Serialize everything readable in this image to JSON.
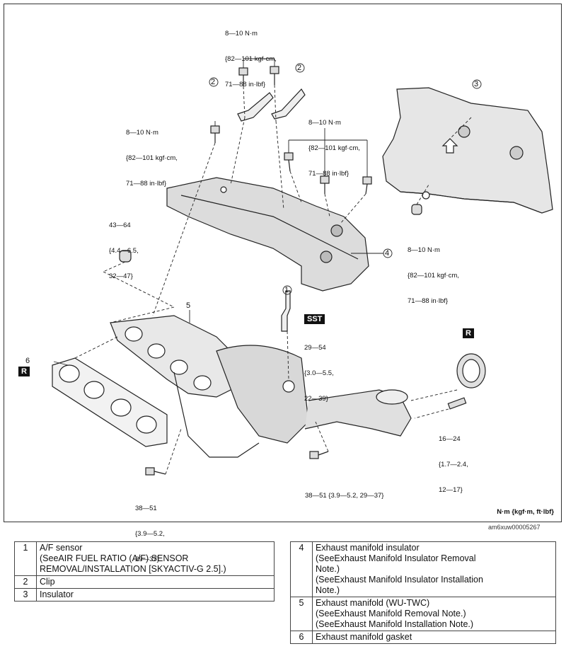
{
  "diagram": {
    "callouts": {
      "top_bolts": [
        "8—10 N·m",
        "{82—101 kgf·cm,",
        "71—88 in·lbf}"
      ],
      "left_bolt": [
        "8—10 N·m",
        "{82—101 kgf·cm,",
        "71—88 in·lbf}"
      ],
      "insulator_bolts": [
        "8—10 N·m",
        "{82—101 kgf·cm,",
        "71—88 in·lbf}"
      ],
      "right_insulator_bolt": [
        "8—10 N·m",
        "{82—101 kgf·cm,",
        "71—88 in·lbf}"
      ],
      "nut": [
        "43—64",
        "{4.4—6.5,",
        "32—47}"
      ],
      "sensor": [
        "29—54",
        "{3.0—5.5,",
        "22—39}"
      ],
      "stud": [
        "16—24",
        "{1.7—2.4,",
        "12—17}"
      ],
      "bottom_left_bolt": [
        "38—51",
        "{3.9—5.2,",
        "29—37}"
      ],
      "bottom_center_bolt": [
        "38—51 {3.9—5.2, 29—37}"
      ]
    },
    "badges": {
      "sst": "SST",
      "replace_right": "R",
      "replace_left": "R"
    },
    "part_numbers": {
      "p1": "1",
      "p2a": "2",
      "p2b": "2",
      "p3": "3",
      "p4": "4",
      "p5": "5",
      "p6": "6"
    },
    "units": "N·m {kgf·m, ft·lbf}",
    "image_code": "am6xuw00005267"
  },
  "legend_left": [
    {
      "no": "1",
      "name": "A/F sensor",
      "see": [
        {
          "a": "(See",
          "b": "AIR FUEL RATIO (A/F) SENSOR"
        }
      ],
      "cont": "REMOVAL/INSTALLATION [SKYACTIV-G 2.5].)"
    },
    {
      "no": "2",
      "name": "Clip"
    },
    {
      "no": "3",
      "name": "Insulator"
    }
  ],
  "legend_right": [
    {
      "no": "4",
      "name": "Exhaust manifold insulator",
      "see": [
        {
          "a": "(See",
          "b": "Exhaust Manifold Insulator Removal"
        },
        {
          "a": "Note.)",
          "b": ""
        },
        {
          "a": "(See",
          "b": "Exhaust Manifold Insulator Installation"
        },
        {
          "a": "Note.)",
          "b": ""
        }
      ]
    },
    {
      "no": "5",
      "name": "Exhaust manifold (WU-TWC)",
      "see": [
        {
          "a": "(See",
          "b": "Exhaust Manifold Removal Note.)"
        },
        {
          "a": "(See",
          "b": "Exhaust Manifold Installation Note.)"
        }
      ]
    },
    {
      "no": "6",
      "name": "Exhaust manifold gasket"
    }
  ]
}
